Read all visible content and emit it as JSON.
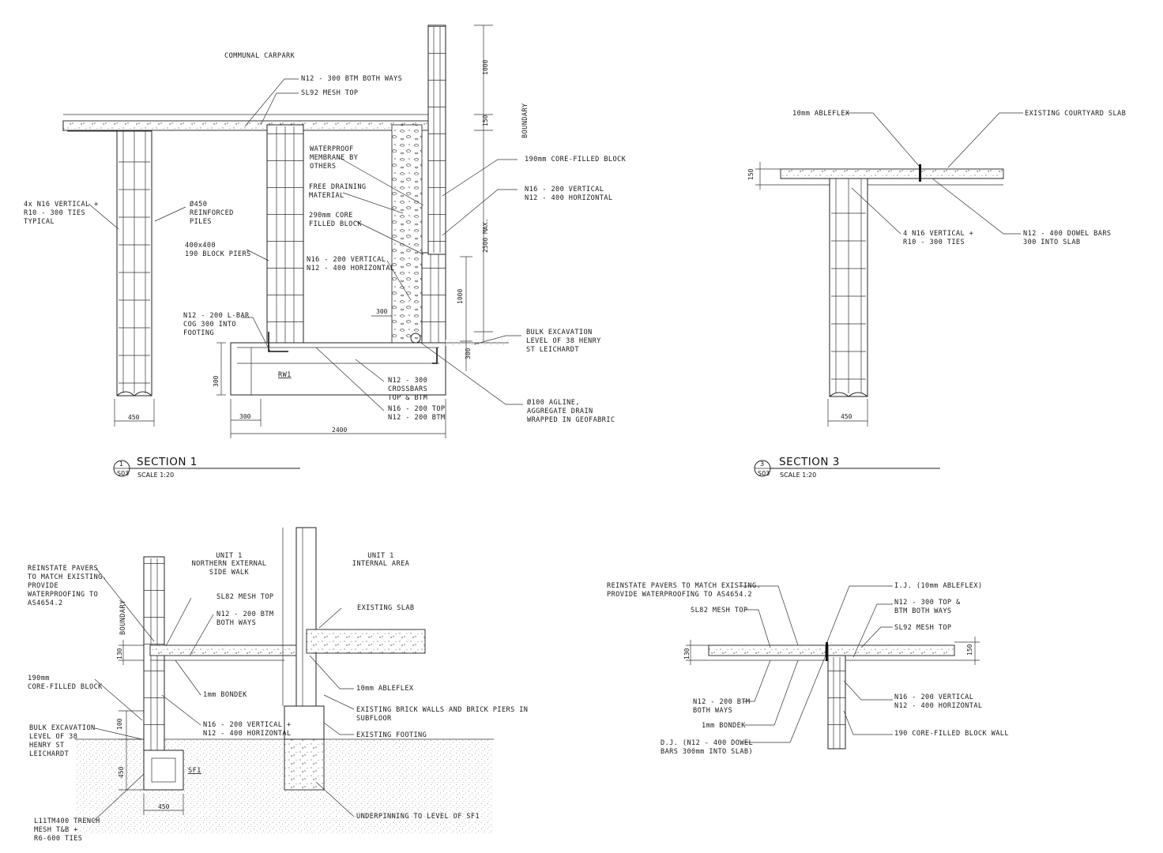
{
  "colors": {
    "ink": "#1a1a1a",
    "paper": "#ffffff"
  },
  "section1": {
    "title": "SECTION 1",
    "ref_num": "1",
    "ref_sheet": "S03",
    "scale": "SCALE 1:20",
    "area_label": "COMMUNAL CARPARK",
    "boundary": "BOUNDARY",
    "rw_tag": "RW1",
    "labels": {
      "mesh_btm": "N12 - 300 BTM BOTH WAYS",
      "mesh_top": "SL92 MESH TOP",
      "pile_bars_1": "4x N16 VERTICAL +",
      "pile_bars_2": "R10 - 300 TIES",
      "pile_bars_3": "TYPICAL",
      "piles_1": "Ø450",
      "piles_2": "REINFORCED",
      "piles_3": "PILES",
      "piers_1": "400x400",
      "piers_2": "190 BLOCK PIERS",
      "lbar_1": "N12 - 200 L-BAR",
      "lbar_2": "COG 300 INTO",
      "lbar_3": "FOOTING",
      "membrane_1": "WATERPROOF",
      "membrane_2": "MEMBRANE BY",
      "membrane_3": "OTHERS",
      "drain_1": "FREE DRAINING",
      "drain_2": "MATERIAL",
      "core290_1": "290mm CORE",
      "core290_2": "FILLED BLOCK",
      "wallbars_1": "N16 - 200 VERTICAL",
      "wallbars_2": "N12 - 400 HORIZONTAL",
      "core190": "190mm CORE-FILLED BLOCK",
      "wallbars_r1": "N16 - 200 VERTICAL",
      "wallbars_r2": "N12 - 400 HORIZONTAL",
      "bulk_1": "BULK EXCAVATION",
      "bulk_2": "LEVEL OF 38 HENRY",
      "bulk_3": "ST LEICHARDT",
      "cross_1": "N12 - 300",
      "cross_2": "CROSSBARS",
      "cross_3": "TOP & BTM",
      "foot_1": "N16 - 200 TOP",
      "foot_2": "N12 - 200 BTM",
      "agline_1": "Ø100 AGLINE,",
      "agline_2": "AGGREGATE DRAIN",
      "agline_3": "WRAPPED IN GEOFABRIC"
    },
    "dims": {
      "d1000": "1000",
      "d150": "150",
      "d2500": "2500 MAX.",
      "d1000b": "1000",
      "d300": "300",
      "d300h": "300",
      "d300v": "300",
      "d450": "450",
      "d300w": "300",
      "d2400": "2400"
    }
  },
  "section3": {
    "title": "SECTION 3",
    "ref_num": "3",
    "ref_sheet": "S03",
    "scale": "SCALE 1:20",
    "labels": {
      "ableflex": "10mm ABLEFLEX",
      "existing": "EXISTING COURTYARD SLAB",
      "bars_1": "4 N16 VERTICAL +",
      "bars_2": "R10 - 300 TIES",
      "dowel_1": "N12 - 400 DOWEL BARS",
      "dowel_2": "300 INTO SLAB"
    },
    "dims": {
      "d150": "150",
      "d450": "450"
    }
  },
  "section_bl": {
    "boundary": "BOUNDARY",
    "sf_tag": "SF1",
    "labels": {
      "unit_ext_1": "UNIT 1",
      "unit_ext_2": "NORTHERN EXTERNAL",
      "unit_ext_3": "SIDE WALK",
      "unit_int_1": "UNIT 1",
      "unit_int_2": "INTERNAL AREA",
      "pavers_1": "REINSTATE PAVERS",
      "pavers_2": "TO MATCH EXISTING.",
      "pavers_3": "PROVIDE",
      "pavers_4": "WATERPROOFING TO",
      "pavers_5": "AS4654.2",
      "sl82": "SL82 MESH TOP",
      "n12_1": "N12 - 200 BTM",
      "n12_2": "BOTH WAYS",
      "exist_slab": "EXISTING SLAB",
      "core_1": "190mm",
      "core_2": "CORE-FILLED BLOCK",
      "bondek": "1mm BONDEK",
      "ableflex": "10mm ABLEFLEX",
      "brick_1": "EXISTING BRICK WALLS AND BRICK PIERS IN",
      "brick_2": "SUBFLOOR",
      "bulk_1": "BULK EXCAVATION",
      "bulk_2": "LEVEL OF 38",
      "bulk_3": "HENRY ST",
      "bulk_4": "LEICHARDT",
      "wall_1": "N16 - 200 VERTICAL +",
      "wall_2": "N12 - 400 HORIZONTAL",
      "ex_footing": "EXISTING FOOTING",
      "trench_1": "L11TM400 TRENCH",
      "trench_2": "MESH T&B +",
      "trench_3": "R6-600 TIES",
      "underpin": "UNDERPINNING TO LEVEL OF SF1"
    },
    "dims": {
      "d130": "130",
      "d100": "100",
      "d450v": "450",
      "d450h": "450"
    }
  },
  "section_br": {
    "labels": {
      "pavers_1": "REINSTATE PAVERS TO MATCH EXISTING.",
      "pavers_2": "PROVIDE WATERPROOFING TO AS4654.2",
      "ij": "I.J. (10mm ABLEFLEX)",
      "sl82": "SL82 MESH TOP",
      "n12t_1": "N12 - 300 TOP &",
      "n12t_2": "BTM BOTH WAYS",
      "sl92": "SL92 MESH TOP",
      "n12b_1": "N12 - 200 BTM",
      "n12b_2": "BOTH WAYS",
      "wall_1": "N16 - 200 VERTICAL",
      "wall_2": "N12 - 400 HORIZONTAL",
      "bondek": "1mm BONDEK",
      "block": "190 CORE-FILLED BLOCK WALL",
      "dj_1": "D.J. (N12 - 400 DOWEL",
      "dj_2": "BARS 300mm INTO SLAB)"
    },
    "dims": {
      "d130": "130",
      "d150": "150"
    }
  }
}
